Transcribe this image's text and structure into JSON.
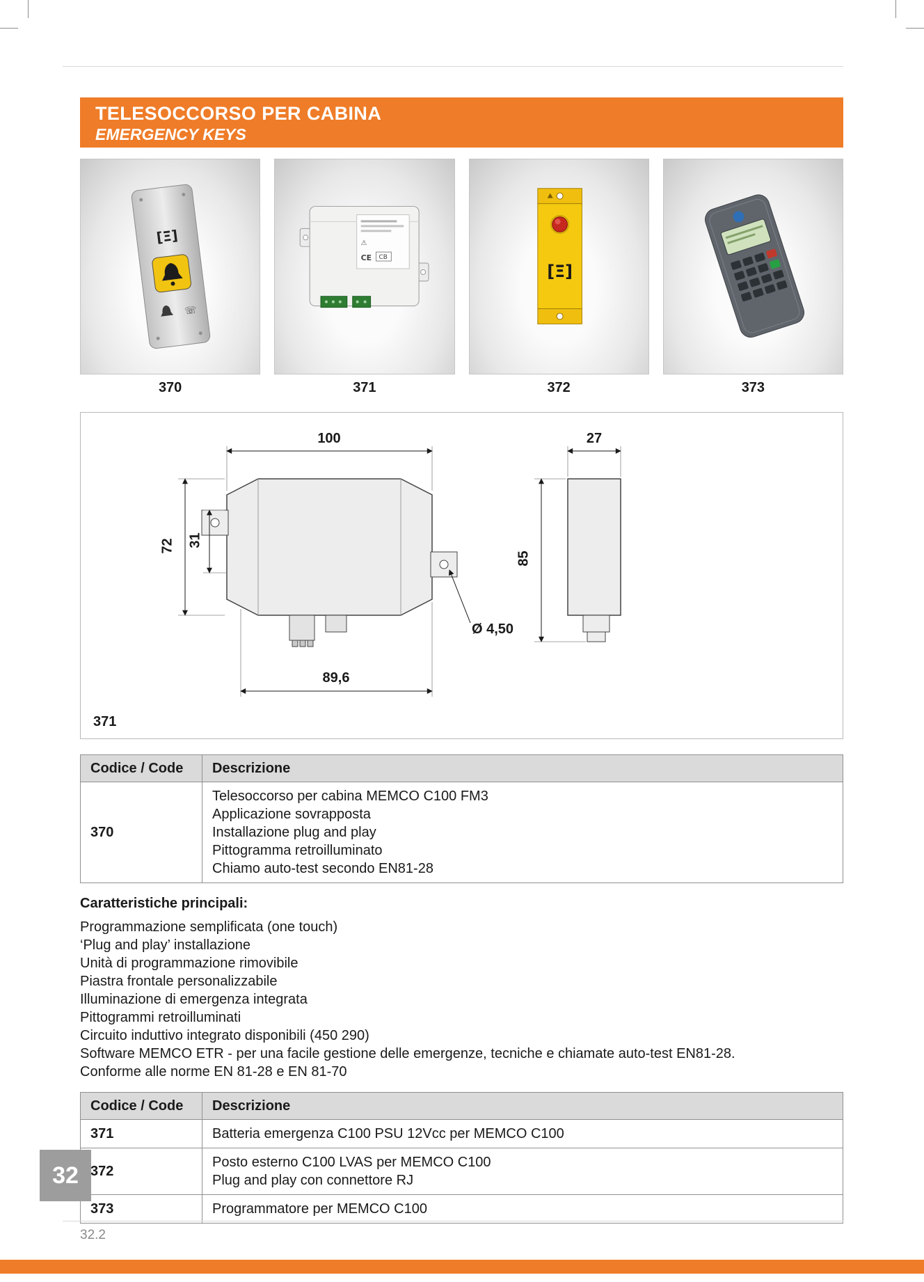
{
  "header": {
    "title": "TELESOCCORSO PER CABINA",
    "subtitle": "EMERGENCY KEYS"
  },
  "products": [
    {
      "code": "370",
      "icon": "cabin-alarm-panel-photo"
    },
    {
      "code": "371",
      "icon": "emergency-power-supply-photo"
    },
    {
      "code": "372",
      "icon": "yellow-landing-unit-photo"
    },
    {
      "code": "373",
      "icon": "handheld-programmer-photo"
    }
  ],
  "drawing": {
    "caption": "371",
    "dims": {
      "top_width": "100",
      "bottom_width": "89,6",
      "height": "72",
      "inner_height": "31",
      "side_width": "27",
      "side_height": "85",
      "hole_diameter": "Ø 4,50"
    }
  },
  "tables": {
    "headers": [
      "Codice / Code",
      "Descrizione"
    ],
    "table1": {
      "rows": [
        {
          "code": "370",
          "lines": [
            "Telesoccorso per cabina MEMCO C100 FM3",
            "Applicazione sovrapposta",
            "Installazione plug and play",
            "Pittogramma retroilluminato",
            "Chiamo auto-test secondo EN81-28"
          ]
        }
      ]
    },
    "table2": {
      "rows": [
        {
          "code": "371",
          "lines": [
            "Batteria emergenza C100 PSU 12Vcc per MEMCO C100"
          ]
        },
        {
          "code": "372",
          "lines": [
            "Posto esterno C100 LVAS per MEMCO C100",
            "Plug and play con connettore RJ"
          ]
        },
        {
          "code": "373",
          "lines": [
            "Programmatore per MEMCO C100"
          ]
        }
      ]
    }
  },
  "features": {
    "heading": "Caratteristiche principali:",
    "lines": [
      "Programmazione semplificata (one touch)",
      "‘Plug and play’ installazione",
      "Unità di programmazione rimovibile",
      "Piastra frontale personalizzabile",
      "Illuminazione di emergenza integrata",
      "Pittogrammi retroilluminati",
      "Circuito induttivo integrato disponibili (450 290)",
      "Software MEMCO ETR - per una facile gestione delle emergenze, tecniche e chiamate auto-test EN81-28.",
      "Conforme alle norme EN 81-28 e EN 81-70"
    ]
  },
  "footer": {
    "tab": "32",
    "page": "32.2"
  },
  "colors": {
    "accent": "#EF7C28",
    "table_header": "#DADADA",
    "tab_gray": "#9D9D9D"
  }
}
